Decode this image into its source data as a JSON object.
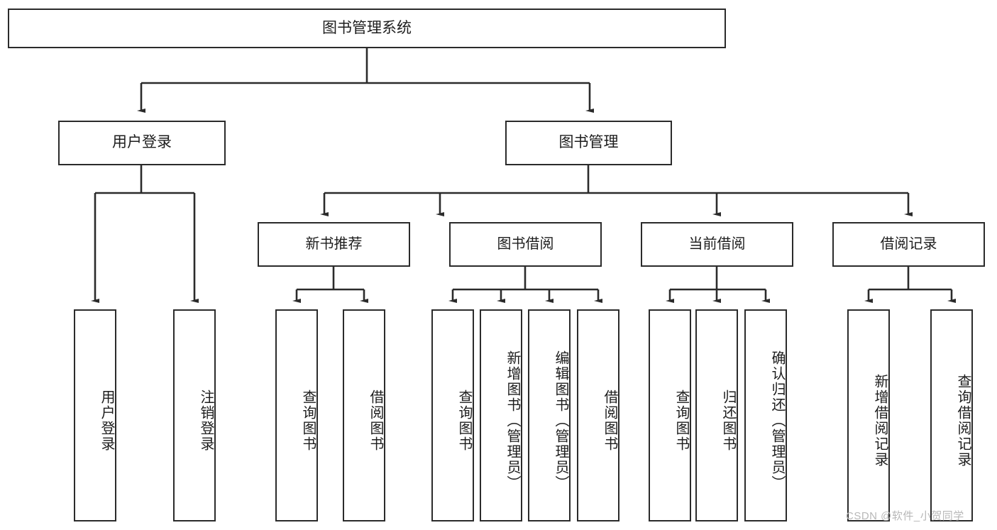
{
  "diagram": {
    "type": "tree",
    "title": "图书管理系统",
    "colors": {
      "box_border": "#2b2b2b",
      "box_fill": "#ffffff",
      "edge": "#2b2b2b",
      "text": "#1d1d1d",
      "watermark": "#b8b8b8"
    },
    "root": {
      "label": "图书管理系统"
    },
    "level2": [
      {
        "id": "user-login",
        "label": "用户登录"
      },
      {
        "id": "book-manage",
        "label": "图书管理"
      }
    ],
    "level3": [
      {
        "id": "new-book-recommend",
        "label": "新书推荐"
      },
      {
        "id": "book-borrow",
        "label": "图书借阅"
      },
      {
        "id": "current-borrow",
        "label": "当前借阅"
      },
      {
        "id": "borrow-record",
        "label": "借阅记录"
      }
    ],
    "leaves": {
      "user_login": [
        {
          "id": "leaf-user-login",
          "label": "用户登录"
        },
        {
          "id": "leaf-logout-login",
          "label": "注销登录"
        }
      ],
      "new_book_recommend": [
        {
          "id": "leaf-query-book-1",
          "label": "查询图书"
        },
        {
          "id": "leaf-borrow-book-1",
          "label": "借阅图书"
        }
      ],
      "book_borrow": [
        {
          "id": "leaf-query-book-2",
          "label": "查询图书"
        },
        {
          "id": "leaf-add-book-admin",
          "label": "新增图书（管理员）"
        },
        {
          "id": "leaf-edit-book-admin",
          "label": "编辑图书（管理员）"
        },
        {
          "id": "leaf-borrow-book-2",
          "label": "借阅图书"
        }
      ],
      "current_borrow": [
        {
          "id": "leaf-query-book-3",
          "label": "查询图书"
        },
        {
          "id": "leaf-return-book",
          "label": "归还图书"
        },
        {
          "id": "leaf-confirm-return-admin",
          "label": "确认归还（管理员）"
        }
      ],
      "borrow_record": [
        {
          "id": "leaf-add-borrow-record",
          "label": "新增借阅记录"
        },
        {
          "id": "leaf-query-borrow-record",
          "label": "查询借阅记录"
        }
      ]
    },
    "watermark": "CSDN @软件_小贺同学"
  }
}
